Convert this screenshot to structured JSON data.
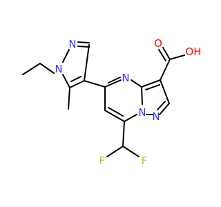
{
  "molecule": {
    "atoms": {
      "n_pz_top": "N",
      "n_pz_ethyl": "N",
      "n_pm_top": "N",
      "n_pm_bridge": "N",
      "n_pm_low": "N",
      "o_carbonyl": "O",
      "o_hydroxyl": "OH",
      "f_left": "F",
      "f_right": "F"
    },
    "colors": {
      "carbon": "#000000",
      "nitrogen": "#3333ff",
      "oxygen": "#ff0000",
      "fluorine": "#99cc33"
    }
  }
}
